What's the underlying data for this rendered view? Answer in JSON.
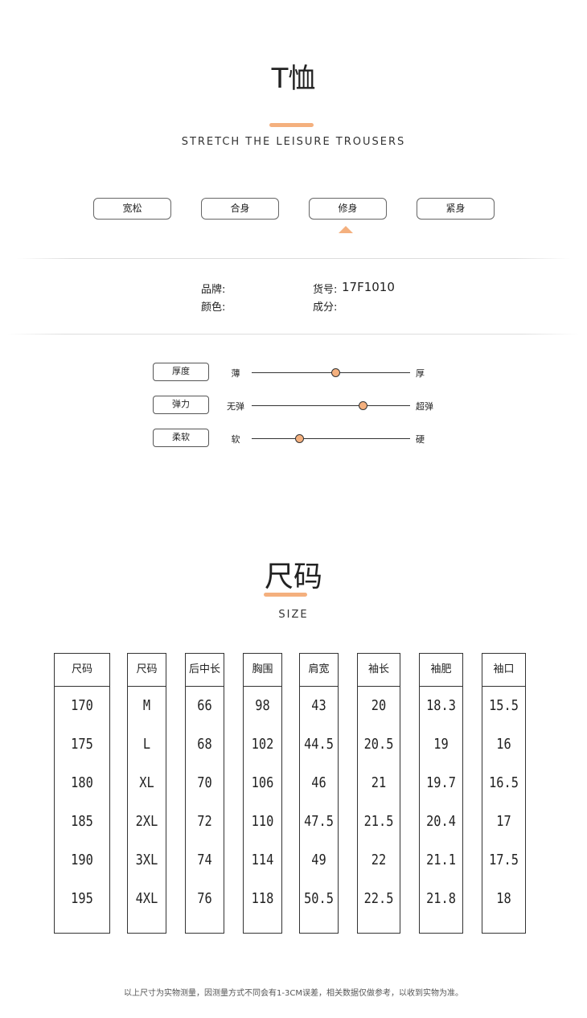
{
  "header": {
    "title": "T恤",
    "subtitle": "STRETCH THE LEISURE TROUSERS"
  },
  "fit": {
    "options": [
      "宽松",
      "合身",
      "修身",
      "紧身"
    ],
    "selected_index": 2
  },
  "info": {
    "brand_label": "品牌:",
    "item_no_label": "货号:",
    "item_no": "17F1010",
    "color_label": "颜色:",
    "material_label": "成分:"
  },
  "attributes": [
    {
      "label": "厚度",
      "left": "薄",
      "right": "厚",
      "value": 0.53
    },
    {
      "label": "弹力",
      "left": "无弹",
      "right": "超弹",
      "value": 0.7
    },
    {
      "label": "柔软",
      "left": "软",
      "right": "硬",
      "value": 0.3
    }
  ],
  "size_section": {
    "title": "尺码",
    "subtitle": "SIZE"
  },
  "size_table": {
    "columns": [
      {
        "header": "尺码",
        "values": [
          "170",
          "175",
          "180",
          "185",
          "190",
          "195"
        ]
      },
      {
        "header": "尺码",
        "values": [
          "M",
          "L",
          "XL",
          "2XL",
          "3XL",
          "4XL"
        ]
      },
      {
        "header": "后中长",
        "values": [
          "66",
          "68",
          "70",
          "72",
          "74",
          "76"
        ]
      },
      {
        "header": "胸围",
        "values": [
          "98",
          "102",
          "106",
          "110",
          "114",
          "118"
        ]
      },
      {
        "header": "肩宽",
        "values": [
          "43",
          "44.5",
          "46",
          "47.5",
          "49",
          "50.5"
        ]
      },
      {
        "header": "袖长",
        "values": [
          "20",
          "20.5",
          "21",
          "21.5",
          "22",
          "22.5"
        ]
      },
      {
        "header": "袖肥",
        "values": [
          "18.3",
          "19",
          "19.7",
          "20.4",
          "21.1",
          "21.8"
        ]
      },
      {
        "header": "袖口",
        "values": [
          "15.5",
          "16",
          "16.5",
          "17",
          "17.5",
          "18"
        ]
      }
    ]
  },
  "note": "以上尺寸为实物测量，因测量方式不同会有1-3CM误差，相关数据仅做参考，以收到实物为准。",
  "colors": {
    "accent": "#f4b07e"
  }
}
